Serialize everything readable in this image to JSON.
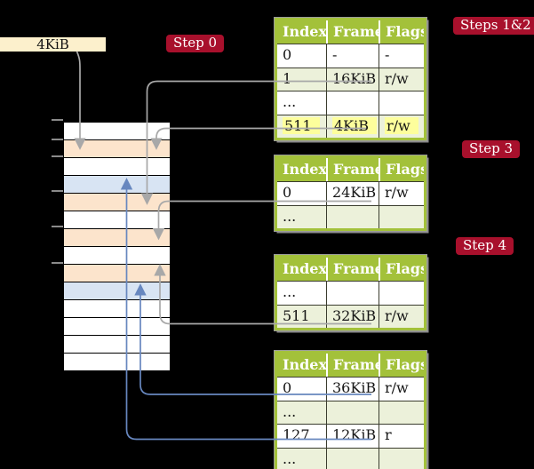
{
  "scene": {
    "cr3_box_label": "4KiB",
    "badges": {
      "step0": "Step 0",
      "steps_1_2": "Steps 1&2",
      "step3": "Step 3",
      "step4": "Step 4"
    }
  },
  "memory": {
    "rows": [
      "free",
      "table",
      "free",
      "mapped",
      "table",
      "free",
      "table",
      "free",
      "table",
      "mapped",
      "free",
      "free",
      "free",
      "free"
    ]
  },
  "tables": [
    {
      "name": "page-table-level-4",
      "headers": [
        "Index",
        "Frame",
        "Flags"
      ],
      "rows": [
        {
          "index": "0",
          "frame": "-",
          "flags": "-"
        },
        {
          "index": "1",
          "frame": "16KiB",
          "flags": "r/w"
        },
        {
          "index": "...",
          "frame": "",
          "flags": ""
        },
        {
          "index": "511",
          "frame": "4KiB",
          "flags": "r/w",
          "highlight": true
        }
      ]
    },
    {
      "name": "page-table-level-3",
      "headers": [
        "Index",
        "Frame",
        "Flags"
      ],
      "rows": [
        {
          "index": "0",
          "frame": "24KiB",
          "flags": "r/w"
        },
        {
          "index": "...",
          "frame": "",
          "flags": ""
        }
      ]
    },
    {
      "name": "page-table-level-2",
      "headers": [
        "Index",
        "Frame",
        "Flags"
      ],
      "rows": [
        {
          "index": "...",
          "frame": "",
          "flags": ""
        },
        {
          "index": "511",
          "frame": "32KiB",
          "flags": "r/w"
        }
      ]
    },
    {
      "name": "page-table-level-1",
      "headers": [
        "Index",
        "Frame",
        "Flags"
      ],
      "rows": [
        {
          "index": "0",
          "frame": "36KiB",
          "flags": "r/w"
        },
        {
          "index": "...",
          "frame": "",
          "flags": ""
        },
        {
          "index": "127",
          "frame": "12KiB",
          "flags": "r"
        },
        {
          "index": "...",
          "frame": "",
          "flags": ""
        }
      ]
    }
  ],
  "colors": {
    "badge_red": "#a8102c",
    "table_green": "#a3c13a",
    "table_row_green": "#ecf1da",
    "highlight_yellow": "#fdfe9c",
    "cream_box": "#fcf0cc",
    "frame_orange": "#fce4cc",
    "frame_blue": "#d8e4f3",
    "connector_gray": "#a8a8a8",
    "connector_blue": "#6787bf"
  }
}
